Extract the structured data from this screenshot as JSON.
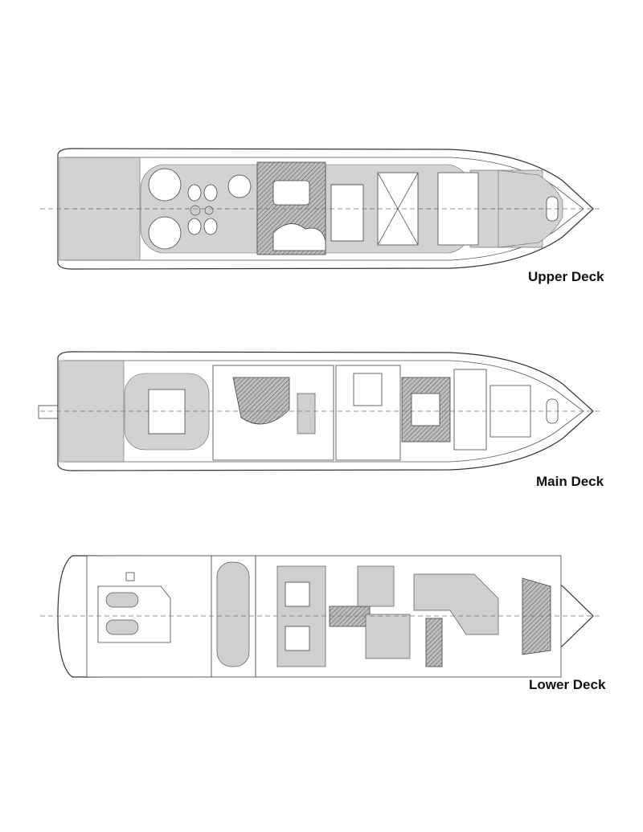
{
  "decks": [
    {
      "name": "Upper Deck"
    },
    {
      "name": "Main Deck"
    },
    {
      "name": "Lower Deck"
    }
  ]
}
